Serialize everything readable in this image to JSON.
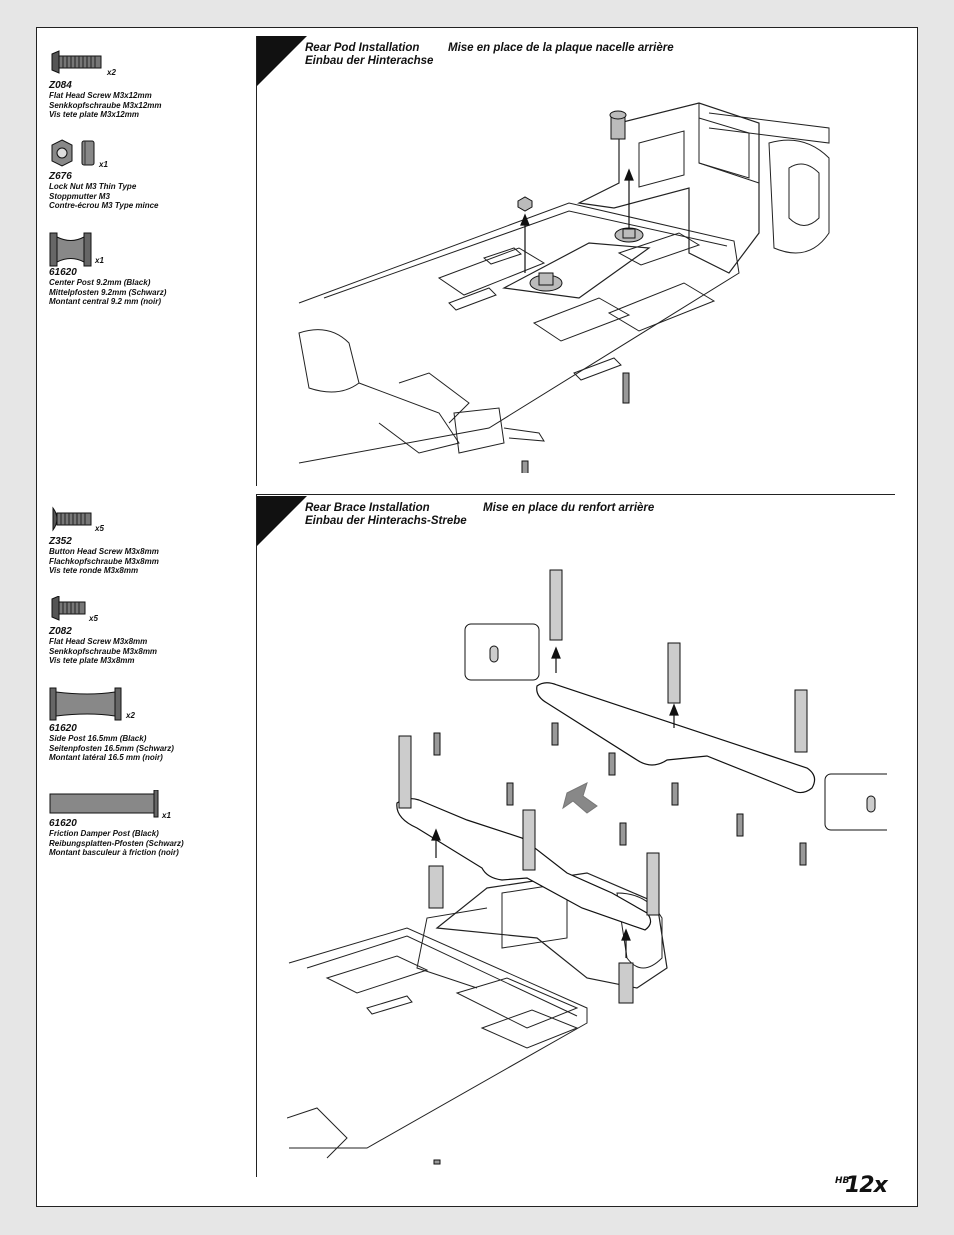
{
  "parts_top": [
    {
      "code": "Z084",
      "qty": "x2",
      "lines": [
        "Flat Head Screw M3x12mm",
        "Senkkopfschraube M3x12mm",
        "Vis tete plate M3x12mm"
      ]
    },
    {
      "code": "Z676",
      "qty": "x1",
      "lines": [
        "Lock Nut M3 Thin Type",
        "Stoppmutter M3",
        "Contre-écrou M3 Type mince"
      ]
    },
    {
      "code": "61620",
      "qty": "x1",
      "lines": [
        "Center Post 9.2mm (Black)",
        "Mittelpfosten 9.2mm (Schwarz)",
        "Montant central 9.2 mm (noir)"
      ]
    }
  ],
  "parts_bottom": [
    {
      "code": "Z352",
      "qty": "x5",
      "lines": [
        "Button Head Screw M3x8mm",
        "Flachkopfschraube M3x8mm",
        "Vis tete ronde M3x8mm"
      ]
    },
    {
      "code": "Z082",
      "qty": "x5",
      "lines": [
        "Flat Head Screw M3x8mm",
        "Senkkopfschraube M3x8mm",
        "Vis tete plate M3x8mm"
      ]
    },
    {
      "code": "61620",
      "qty": "x2",
      "lines": [
        "Side Post 16.5mm (Black)",
        "Seitenpfosten 16.5mm (Schwarz)",
        "Montant latéral 16.5 mm (noir)"
      ]
    },
    {
      "code": "61620",
      "qty": "x1",
      "lines": [
        "Friction Damper Post (Black)",
        "Reibungsplatten-Pfosten (Schwarz)",
        "Montant basculeur à friction (noir)"
      ]
    }
  ],
  "step1": {
    "en": "Rear Pod Installation",
    "de": "Einbau der Hinterachse",
    "fr": "Mise en place de la plaque nacelle arrière"
  },
  "step2": {
    "en": "Rear Brace Installation",
    "de": "Einbau der Hinterachs-Strebe",
    "fr": "Mise en place du renfort arrière"
  },
  "logo": {
    "brand": "HB",
    "model": "12x"
  },
  "colors": {
    "ink": "#111111",
    "part_gray": "#8a8a8a",
    "page_bg": "#e6e6e6"
  }
}
